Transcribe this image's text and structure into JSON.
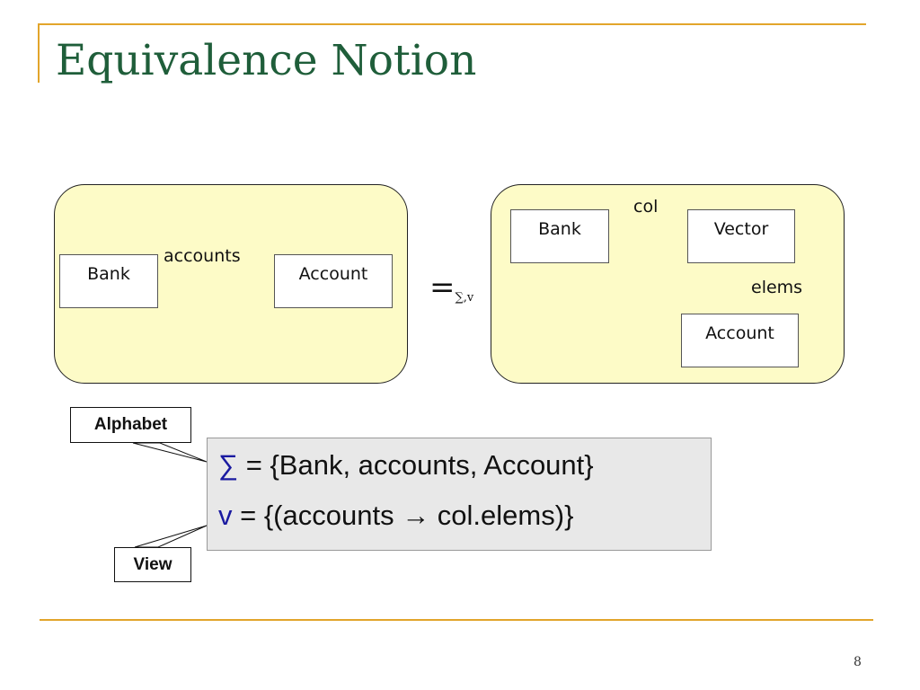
{
  "title": "Equivalence Notion",
  "left_diagram": {
    "source": "Bank",
    "edge_label": "accounts",
    "target": "Account"
  },
  "equivalence": {
    "symbol": "=",
    "subscript": "∑,v"
  },
  "right_diagram": {
    "source": "Bank",
    "edge1_label": "col",
    "middle": "Vector",
    "edge2_label": "elems",
    "target": "Account"
  },
  "formula": {
    "line1_symbol": "∑",
    "line1_text": " = {Bank, accounts, Account}",
    "line2_symbol": "v",
    "line2_text": " = {(accounts → col.elems)}"
  },
  "callouts": {
    "alphabet": "Alphabet",
    "view": "View"
  },
  "page_number": "8",
  "colors": {
    "title": "#1f5e3a",
    "accent_rule": "#e2a52b",
    "panel_fill": "#fdfbc7",
    "formula_fill": "#e8e8e8",
    "symbol": "#1a1aa0"
  }
}
